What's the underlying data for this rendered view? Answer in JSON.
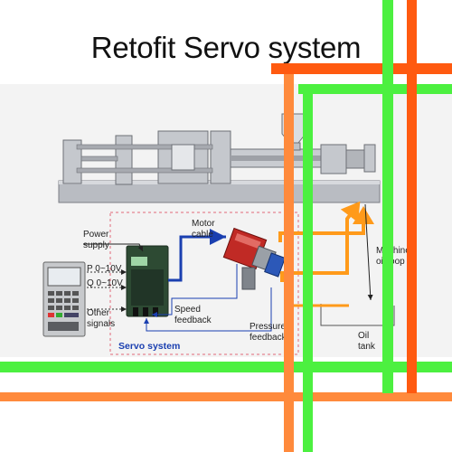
{
  "title": "Retofit Servo system",
  "labels": {
    "power_supply_1": "Power",
    "power_supply_2": "supply",
    "p_signal": "P 0~10V",
    "q_signal": "Q 0~10V",
    "other_signals_1": "Other",
    "other_signals_2": "signals",
    "motor_cable_1": "Motor",
    "motor_cable_2": "cable",
    "speed_feedback_1": "Speed",
    "speed_feedback_2": "feedback",
    "pressure_feedback_1": "Pressure",
    "pressure_feedback_2": "feedback",
    "oil_loop_1": "Machine",
    "oil_loop_2": "oil loop",
    "oil_tank_1": "Oil",
    "oil_tank_2": "tank",
    "servo_system": "Servo system"
  },
  "colors": {
    "overlay_green": "#4cf040",
    "overlay_orange": "#ff5a10",
    "overlay_orange_light": "#ff8a3c",
    "oil_pipe": "#ff9a1a",
    "signal_blue": "#1a3fb0",
    "dashed_box": "#e06a7a",
    "machine_gray": "#b9bcc2"
  }
}
